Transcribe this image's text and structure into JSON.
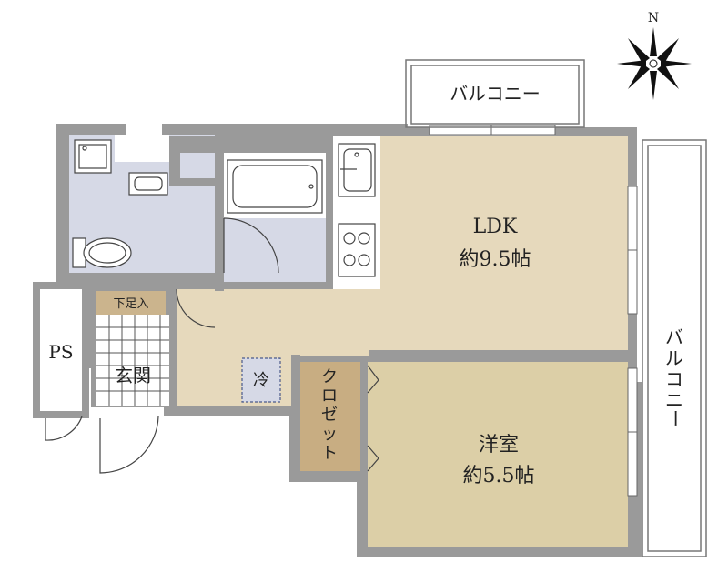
{
  "compass": {
    "label": "N"
  },
  "balcony_top": {
    "label": "バルコニー"
  },
  "balcony_right": {
    "chars": [
      "バ",
      "ル",
      "コ",
      "ニ",
      "ー"
    ]
  },
  "ldk": {
    "name": "LDK",
    "size": "約9.5帖"
  },
  "western_room": {
    "name": "洋室",
    "size": "約5.5帖"
  },
  "closet": {
    "chars": [
      "ク",
      "ロ",
      "ゼ",
      "ッ",
      "ト"
    ]
  },
  "fridge": {
    "label": "冷"
  },
  "shoe_box": {
    "label": "下足入"
  },
  "entrance": {
    "label": "玄関"
  },
  "pipe_space": {
    "label": "PS"
  },
  "colors": {
    "wall": "#9a9a9a",
    "wood_floor": "#e6d9bc",
    "room_floor": "#dccfa7",
    "wet_area": "#d6d9e6",
    "closet": "#c8ad82",
    "shoe_box": "#cbb48d"
  }
}
